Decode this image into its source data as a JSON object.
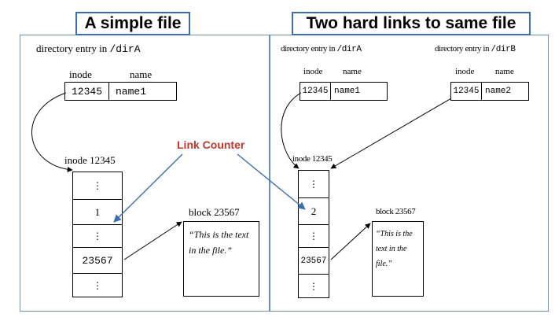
{
  "left": {
    "title": "A simple file",
    "dir_label_prefix": "directory entry in ",
    "dir_label_path": "/dirA",
    "col_inode": "inode",
    "col_name": "name",
    "entry_inode": "12345",
    "entry_name": "name1",
    "inode_label": "inode 12345",
    "link_count": "1",
    "block_ref": "23567",
    "block_label": "block 23567",
    "block_text": "“This is the text in the file.”"
  },
  "right": {
    "title": "Two hard links to same file",
    "dirA_prefix": "directory entry in ",
    "dirA_path": "/dirA",
    "dirB_prefix": "directory entry in ",
    "dirB_path": "/dirB",
    "col_inode_a": "inode",
    "col_name_a": "name",
    "col_inode_b": "inode",
    "col_name_b": "name",
    "entry_a_inode": "12345",
    "entry_a_name": "name1",
    "entry_b_inode": "12345",
    "entry_b_name": "name2",
    "inode_label": "inode 12345",
    "link_count": "2",
    "block_ref": "23567",
    "block_label": "block 23567",
    "block_text": "“This is the text in the file.”"
  },
  "annotation": {
    "label": "Link Counter",
    "color": "#c0392b",
    "arrow_color": "#3b6fb0"
  },
  "dots_glyph": "⋮"
}
